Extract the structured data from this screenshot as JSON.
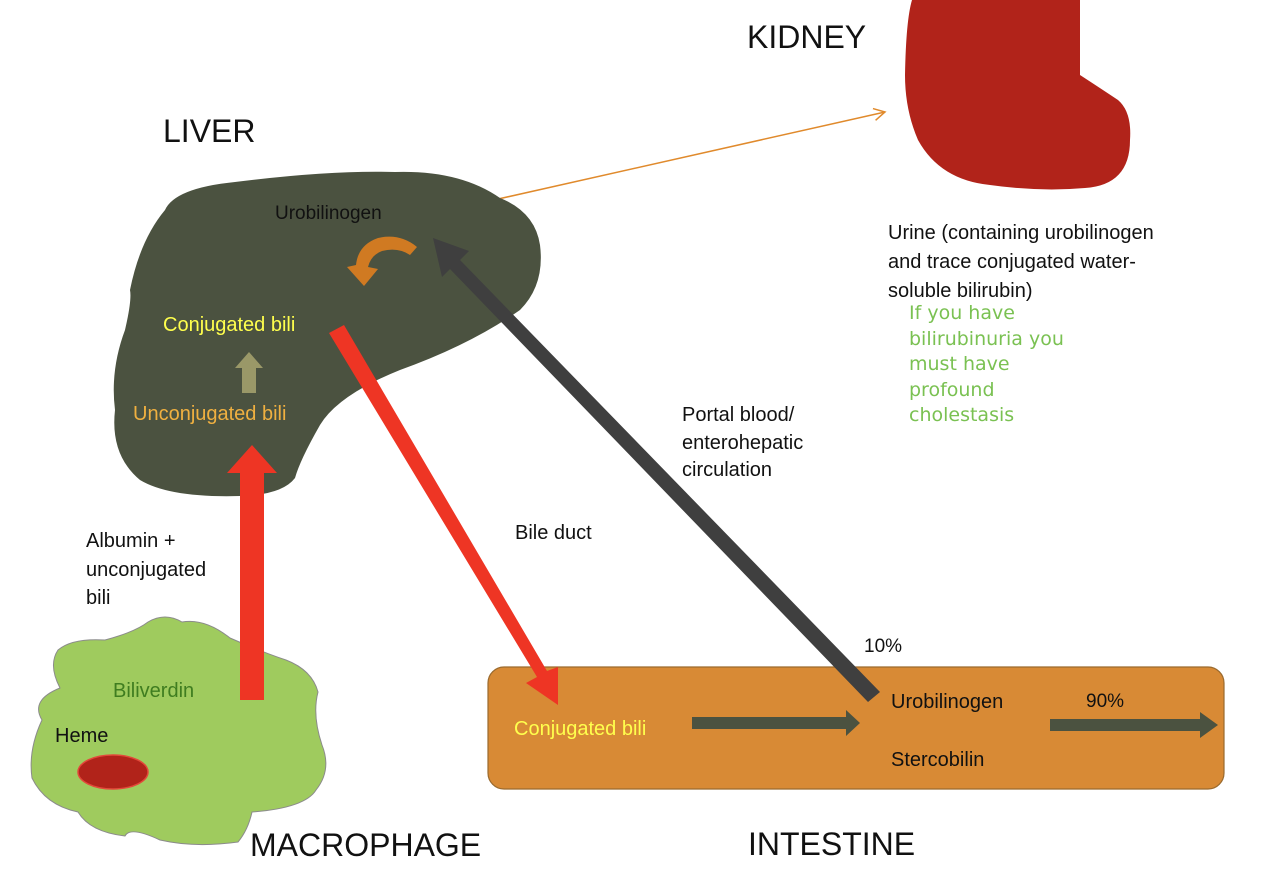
{
  "titles": {
    "kidney": "KIDNEY",
    "liver": "LIVER",
    "macrophage": "MACROPHAGE",
    "intestine": "INTESTINE"
  },
  "liver": {
    "urobilinogen": "Urobilinogen",
    "conjugated": "Conjugated bili",
    "unconjugated": "Unconjugated bili"
  },
  "macrophage": {
    "biliverdin": "Biliverdin",
    "heme": "Heme"
  },
  "intestine": {
    "conjugated": "Conjugated bili",
    "urobilinogen": "Urobilinogen",
    "stercobilin": "Stercobilin",
    "pct_10": "10%",
    "pct_90": "90%"
  },
  "labels": {
    "albumin": [
      "Albumin +",
      "unconjugated",
      "bili"
    ],
    "bile_duct": "Bile duct",
    "portal": [
      "Portal blood/",
      "enterohepatic",
      "circulation"
    ],
    "urine": [
      "Urine (containing urobilinogen",
      "and trace conjugated water-",
      "soluble bilirubin)"
    ],
    "note": [
      "If you have",
      "bilirubinuria you",
      "must have",
      "profound",
      "cholestasis"
    ]
  },
  "colors": {
    "liver": "#4b5240",
    "kidney": "#b1231a",
    "macrophage": "#9fcb5e",
    "heme": "#b1231a",
    "intestine": "#d88a35",
    "red_arrow": "#ee3524",
    "dark_arrow": "#3f3f3f",
    "note_green": "#7ac152",
    "orange_arrow": "#e08a2c"
  }
}
